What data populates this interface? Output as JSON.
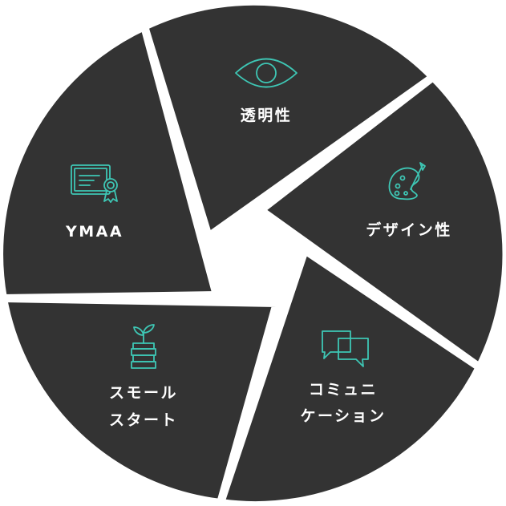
{
  "colors": {
    "segment": "#333333",
    "divider": "#ffffff",
    "accent": "#3ec7b5"
  },
  "segments": [
    {
      "icon": "eye-icon",
      "lines": [
        "透明性"
      ]
    },
    {
      "icon": "palette-icon",
      "lines": [
        "デザイン性"
      ]
    },
    {
      "icon": "chat-bubbles-icon",
      "lines": [
        "コミュニ",
        "ケーション"
      ]
    },
    {
      "icon": "plant-books-icon",
      "lines": [
        "スモール",
        "スタート"
      ]
    },
    {
      "icon": "certificate-icon",
      "lines": [
        "YMAA"
      ]
    }
  ]
}
